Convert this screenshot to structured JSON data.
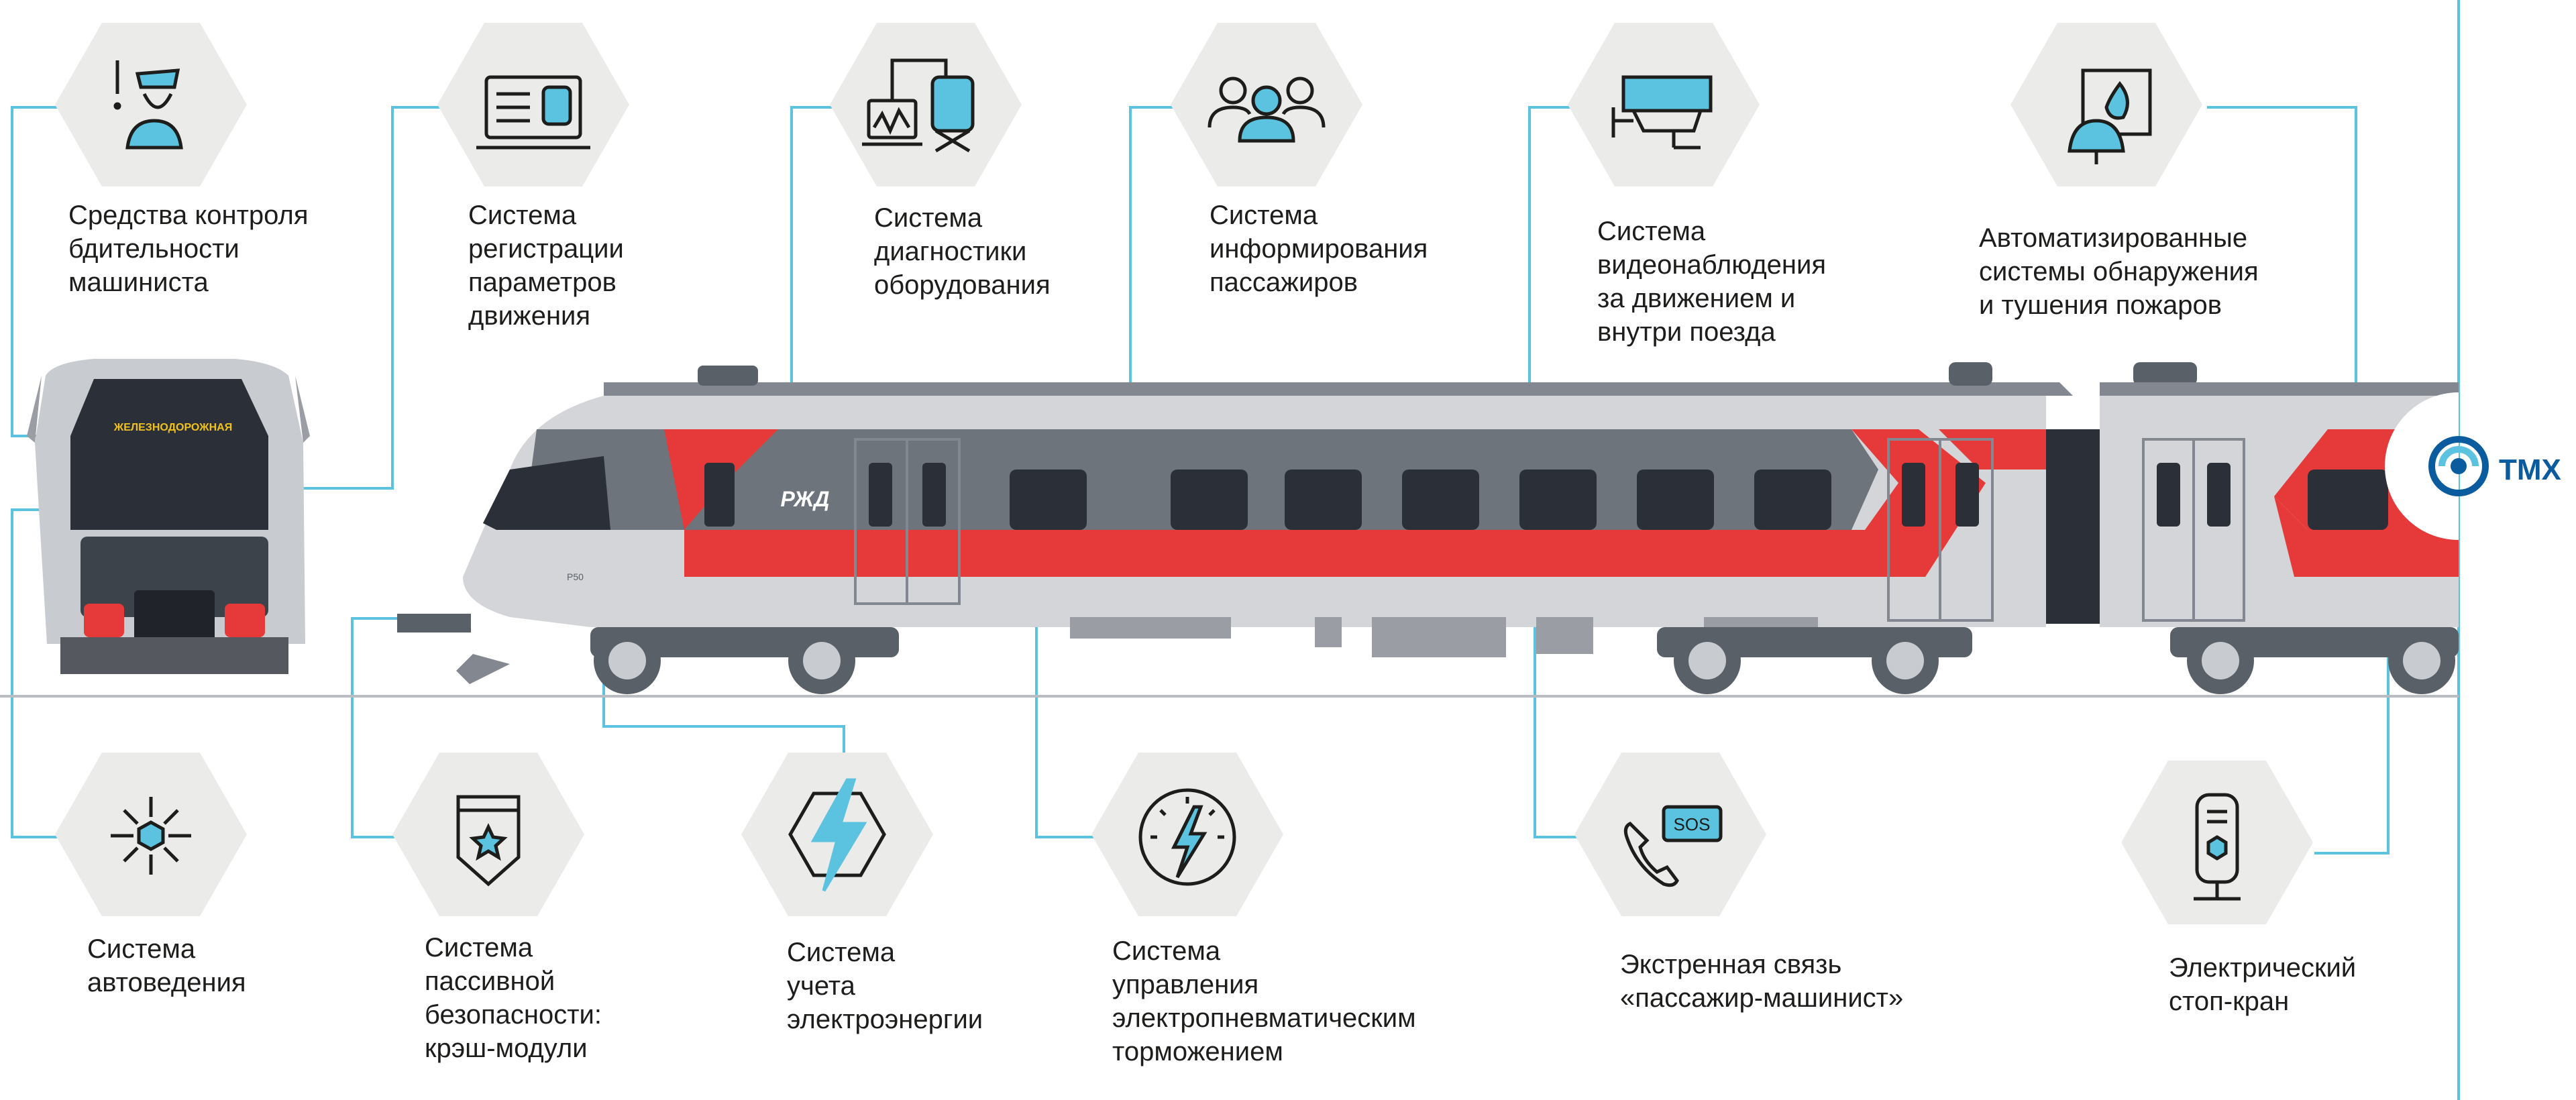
{
  "colors": {
    "connector": "#5bc3df",
    "hex_fill": "#ebebea",
    "icon_stroke": "#1d1d1b",
    "icon_accent": "#5bc3df",
    "train_body": "#d3d5d8",
    "train_roof": "#838890",
    "train_red": "#e63a3a",
    "train_dark": "#3d434b",
    "brand_blue": "#0a5c9e"
  },
  "systems": [
    {
      "id": "vigilance",
      "icon": "driver-cap-icon",
      "label": "Средства контроля\nбдительности\nмашиниста"
    },
    {
      "id": "registration",
      "icon": "monitor-train-icon",
      "label": "Система\nрегистрации\nпараметров\nдвижения"
    },
    {
      "id": "diagnostics",
      "icon": "diagnostics-icon",
      "label": "Система\nдиагностики\nоборудования"
    },
    {
      "id": "passenger-info",
      "icon": "people-group-icon",
      "label": "Система\nинформирования\nпассажиров"
    },
    {
      "id": "video",
      "icon": "cctv-camera-icon",
      "label": "Система\nвидеонаблюдения\nза движением и\nвнутри поезда"
    },
    {
      "id": "fire",
      "icon": "fire-alarm-icon",
      "label": "Автоматизированные\nсистемы обнаружения\nи тушения пожаров"
    },
    {
      "id": "autopilot",
      "icon": "autopilot-icon",
      "label": "Система\nавтоведения"
    },
    {
      "id": "passive-safety",
      "icon": "shield-icon",
      "label": "Система\nпассивной\nбезопасности:\nкрэш-модули"
    },
    {
      "id": "energy",
      "icon": "lightning-hex-icon",
      "label": "Система\nучета\nэлектроэнергии"
    },
    {
      "id": "braking",
      "icon": "gauge-lightning-icon",
      "label": "Система\nуправления\nэлектропневматическим\nторможением"
    },
    {
      "id": "sos",
      "icon": "sos-phone-icon",
      "label": "Экстренная связь\n«пассажир-машинист»"
    },
    {
      "id": "stop-crane",
      "icon": "stop-crane-icon",
      "label": "Электрический\nстоп-кран"
    }
  ],
  "train": {
    "destination_board": "ЖЕЛЕЗНОДОРОЖНАЯ",
    "logo": "РЖД",
    "unit_number": "Р50"
  },
  "brand": {
    "name": "TMX"
  }
}
